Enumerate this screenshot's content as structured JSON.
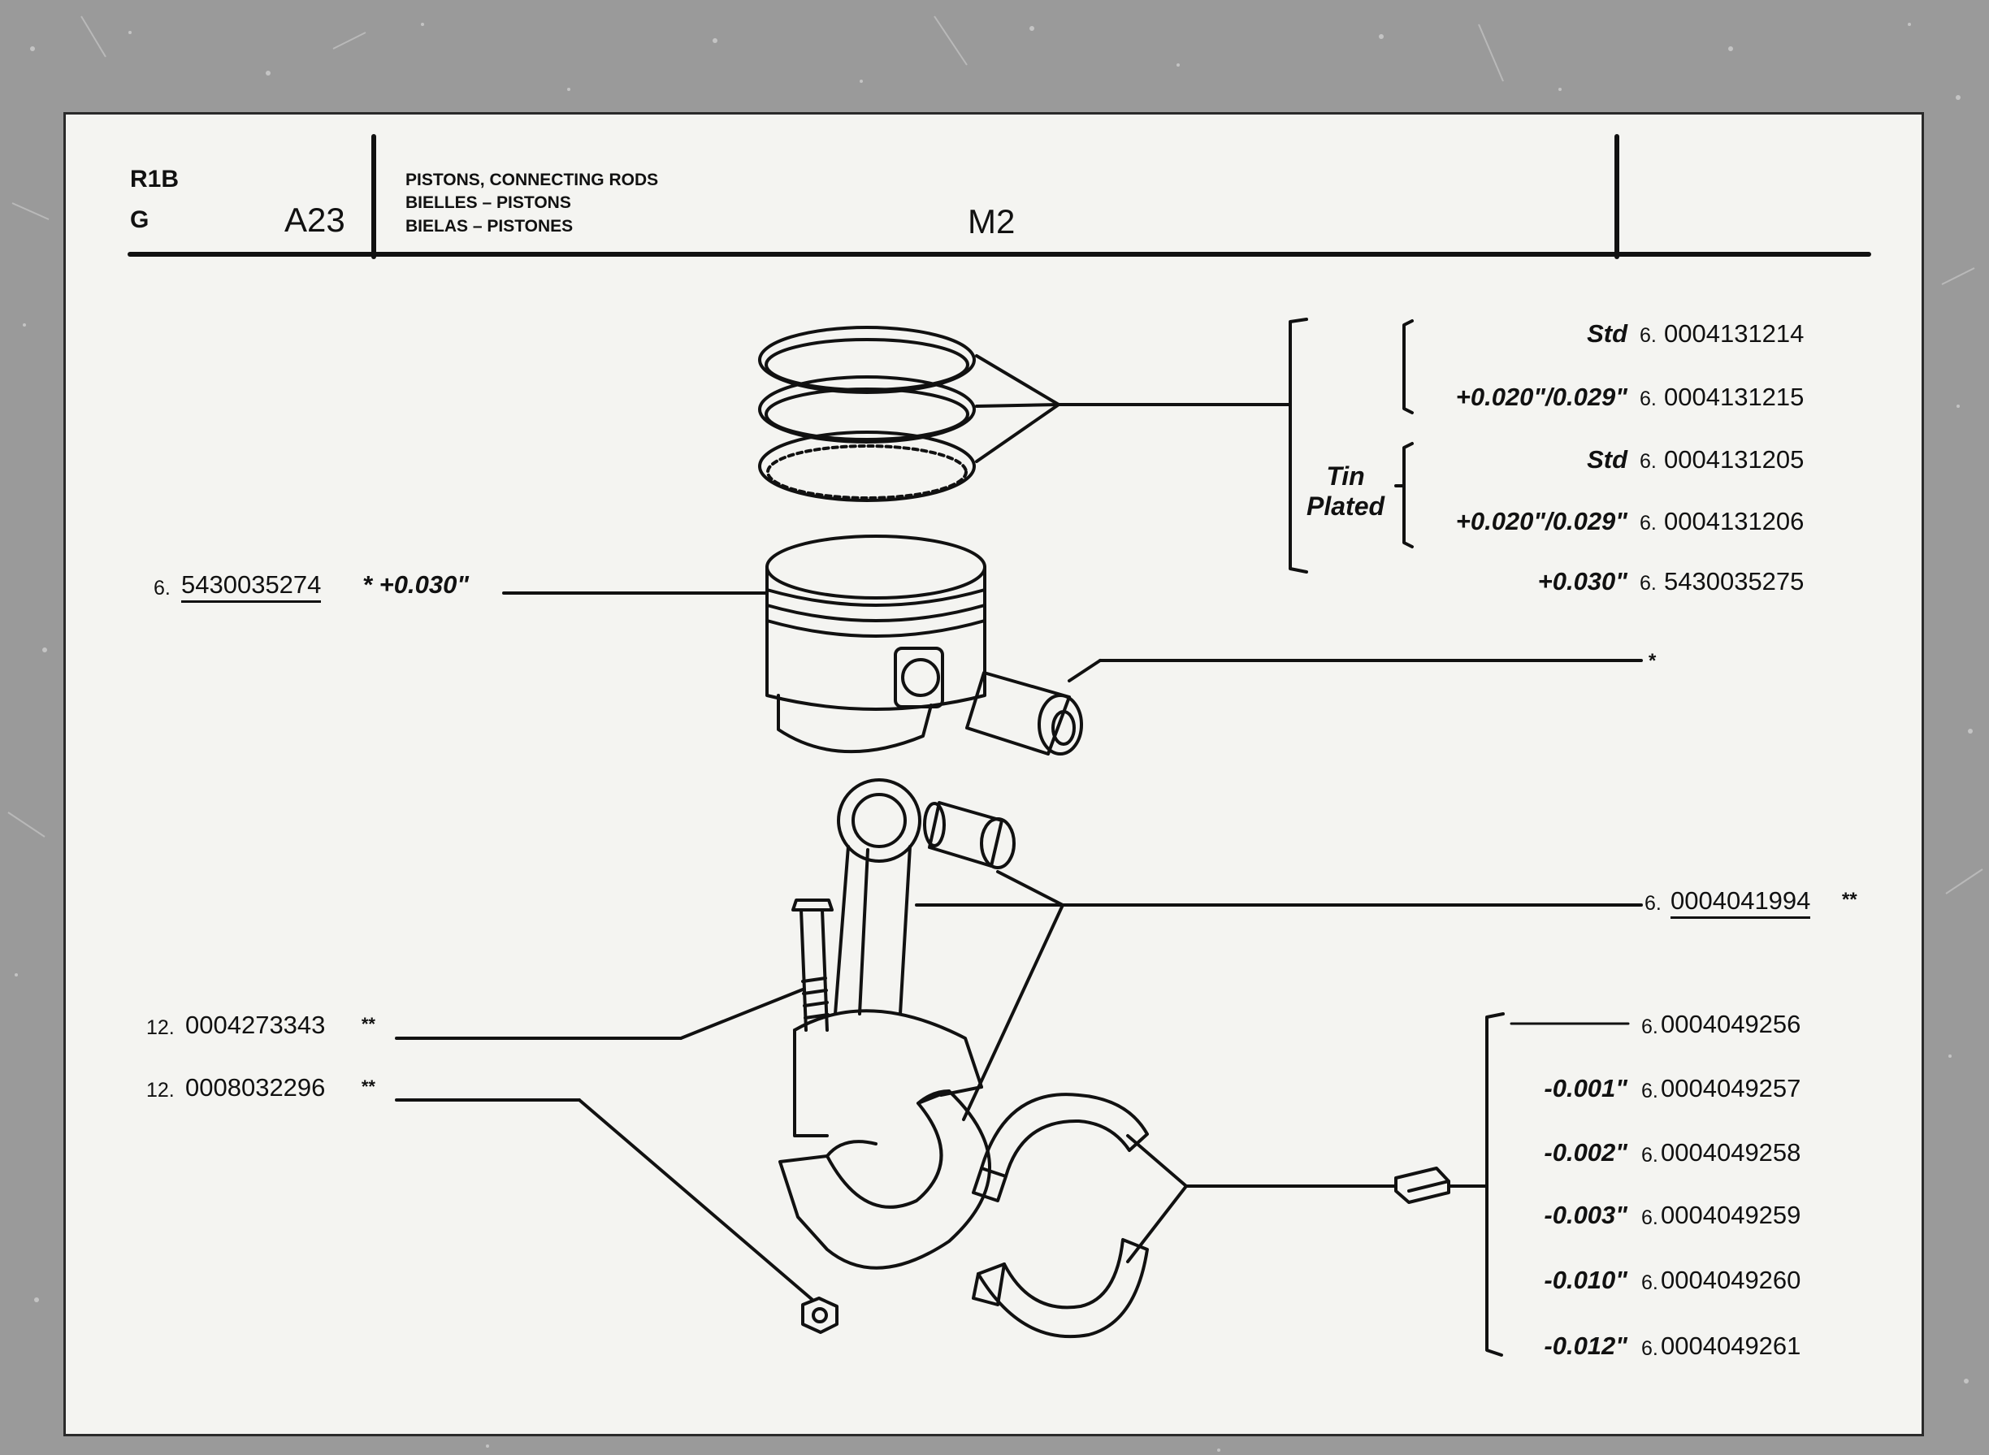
{
  "header": {
    "code1": "R1B",
    "code2": "G",
    "group": "A23",
    "title_en": "PISTONS, CONNECTING RODS",
    "title_fr": "BIELLES – PISTONS",
    "title_es": "BIELAS – PISTONES",
    "model": "M2"
  },
  "rings": {
    "tin_plated_label_1": "Tin",
    "tin_plated_label_2": "Plated",
    "rows": [
      {
        "size": "Std",
        "qty": "6.",
        "part": "0004131214"
      },
      {
        "size": "+0.020\"/0.029\"",
        "qty": "6.",
        "part": "0004131215"
      },
      {
        "size": "Std",
        "qty": "6.",
        "part": "0004131205"
      },
      {
        "size": "+0.020\"/0.029\"",
        "qty": "6.",
        "part": "0004131206"
      },
      {
        "size": "+0.030\"",
        "qty": "6.",
        "part": "5430035275"
      }
    ]
  },
  "piston": {
    "qty": "6.",
    "part": "5430035274",
    "suffix": "* +0.030\""
  },
  "pin": {
    "mark": "*"
  },
  "conrod": {
    "qty": "6.",
    "part": "0004041994",
    "suffix": "**"
  },
  "bolt": {
    "qty": "12.",
    "part": "0004273343",
    "suffix": "**"
  },
  "nut": {
    "qty": "12.",
    "part": "0008032296",
    "suffix": "**"
  },
  "bearings": {
    "rows": [
      {
        "size": "",
        "qty": "6.",
        "part": "0004049256"
      },
      {
        "size": "-0.001\"",
        "qty": "6.",
        "part": "0004049257"
      },
      {
        "size": "-0.002\"",
        "qty": "6.",
        "part": "0004049258"
      },
      {
        "size": "-0.003\"",
        "qty": "6.",
        "part": "0004049259"
      },
      {
        "size": "-0.010\"",
        "qty": "6.",
        "part": "0004049260"
      },
      {
        "size": "-0.012\"",
        "qty": "6.",
        "part": "0004049261"
      }
    ]
  },
  "colors": {
    "ink": "#111111",
    "paper": "#f4f4f1",
    "background": "#9a9a9a"
  }
}
